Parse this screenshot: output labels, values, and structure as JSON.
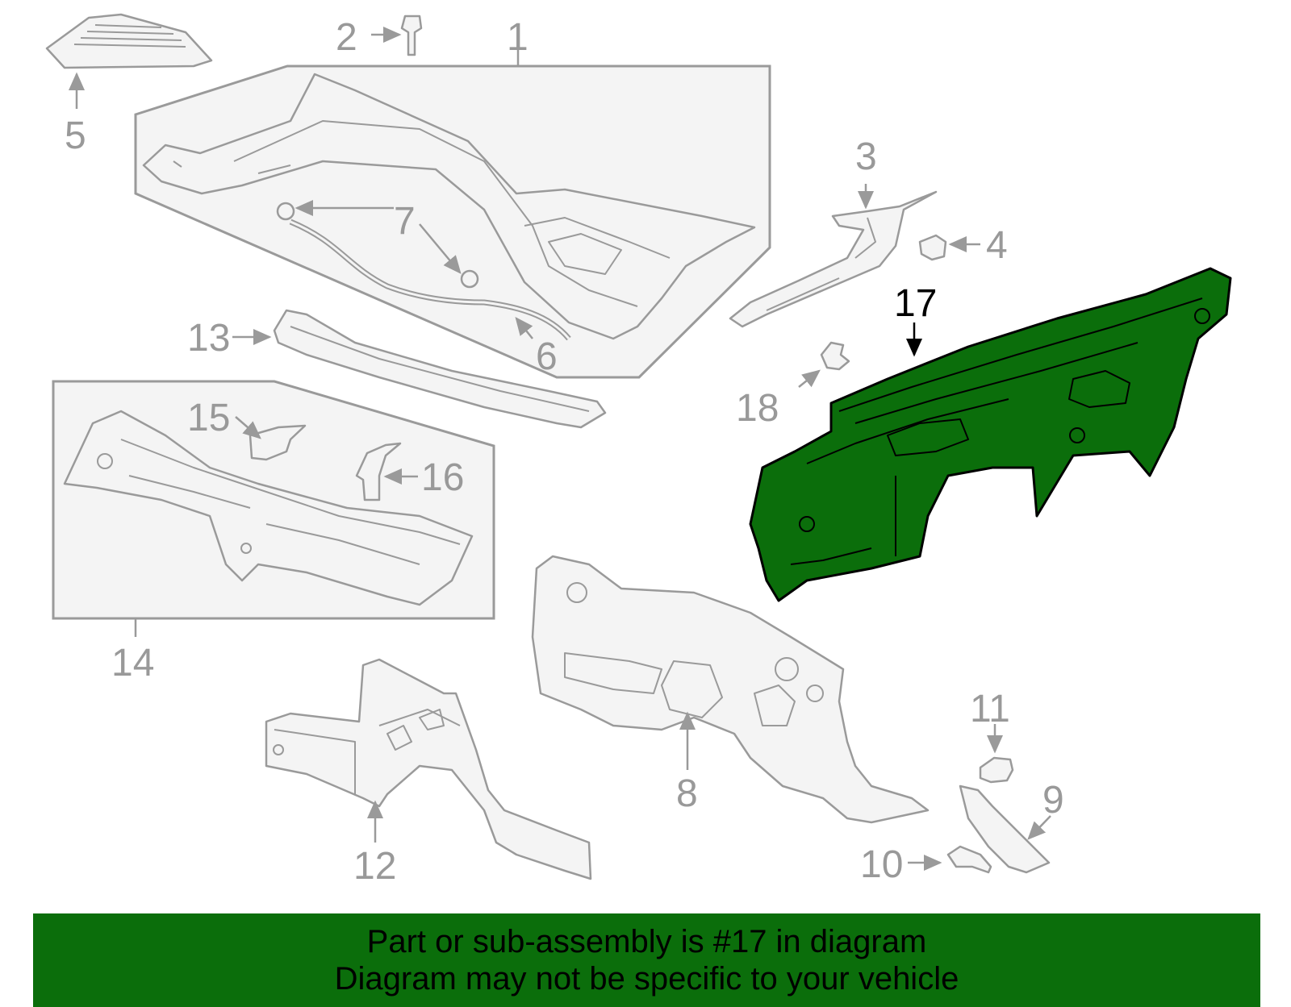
{
  "callouts": {
    "c1": "1",
    "c2": "2",
    "c3": "3",
    "c4": "4",
    "c5": "5",
    "c6": "6",
    "c7": "7",
    "c8": "8",
    "c9": "9",
    "c10": "10",
    "c11": "11",
    "c12": "12",
    "c13": "13",
    "c14": "14",
    "c15": "15",
    "c16": "16",
    "c17": "17",
    "c18": "18"
  },
  "highlighted_part": "17",
  "colors": {
    "highlight": "#0b6e0b",
    "line_art": "#9a9a9a",
    "banner": "#0b6e0b"
  },
  "banner": {
    "line1": "Part or sub-assembly is #17 in diagram",
    "line2": "Diagram may not be specific to your vehicle"
  }
}
